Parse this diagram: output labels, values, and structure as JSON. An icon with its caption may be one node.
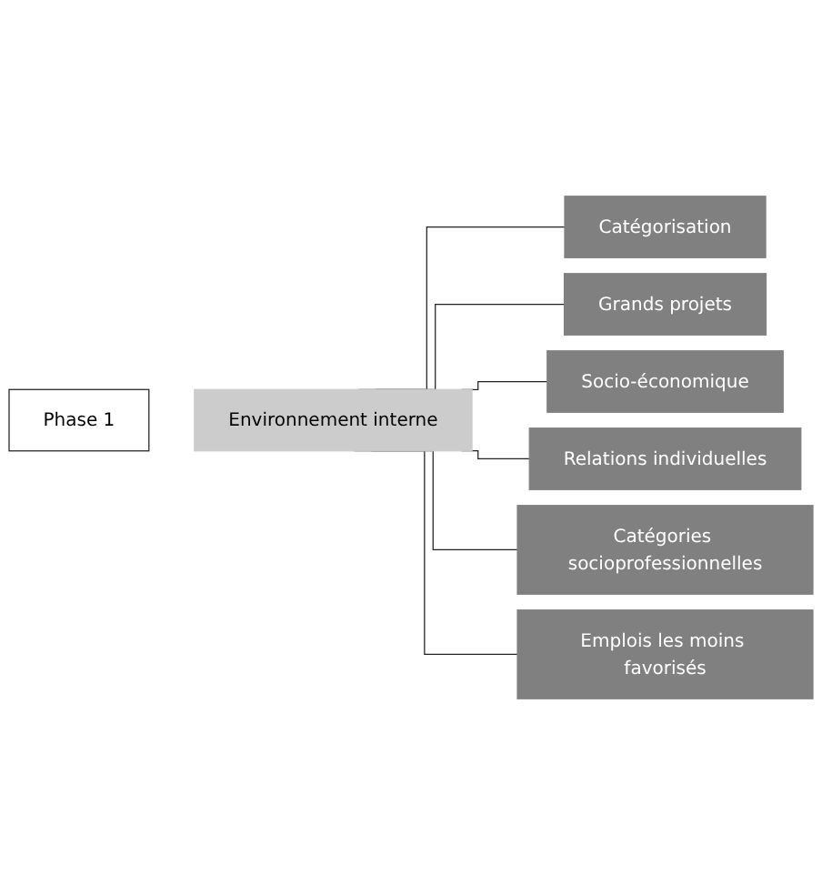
{
  "diagram": {
    "nodes": [
      {
        "text": [
          "Phase 1"
        ]
      },
      {
        "text": [
          "Environnement interne"
        ]
      },
      {
        "text": [
          "Catégorisation"
        ]
      },
      {
        "text": [
          "Grands projets"
        ]
      },
      {
        "text": [
          "Socio-économique"
        ]
      },
      {
        "text": [
          "Relations individuelles"
        ]
      },
      {
        "text": [
          "Catégories socioprofessionnelles"
        ]
      },
      {
        "text": [
          "Emplois les moins favorisés"
        ]
      }
    ],
    "edges": [
      {
        "from": 1,
        "to": 2,
        "arrow": "none"
      },
      {
        "from": 1,
        "to": 3,
        "arrow": "none"
      },
      {
        "from": 1,
        "to": 4,
        "arrow": "none"
      },
      {
        "from": 1,
        "to": 5,
        "arrow": "none"
      },
      {
        "from": 1,
        "to": 6,
        "arrow": "none"
      },
      {
        "from": 1,
        "to": 7,
        "arrow": "none"
      }
    ]
  }
}
